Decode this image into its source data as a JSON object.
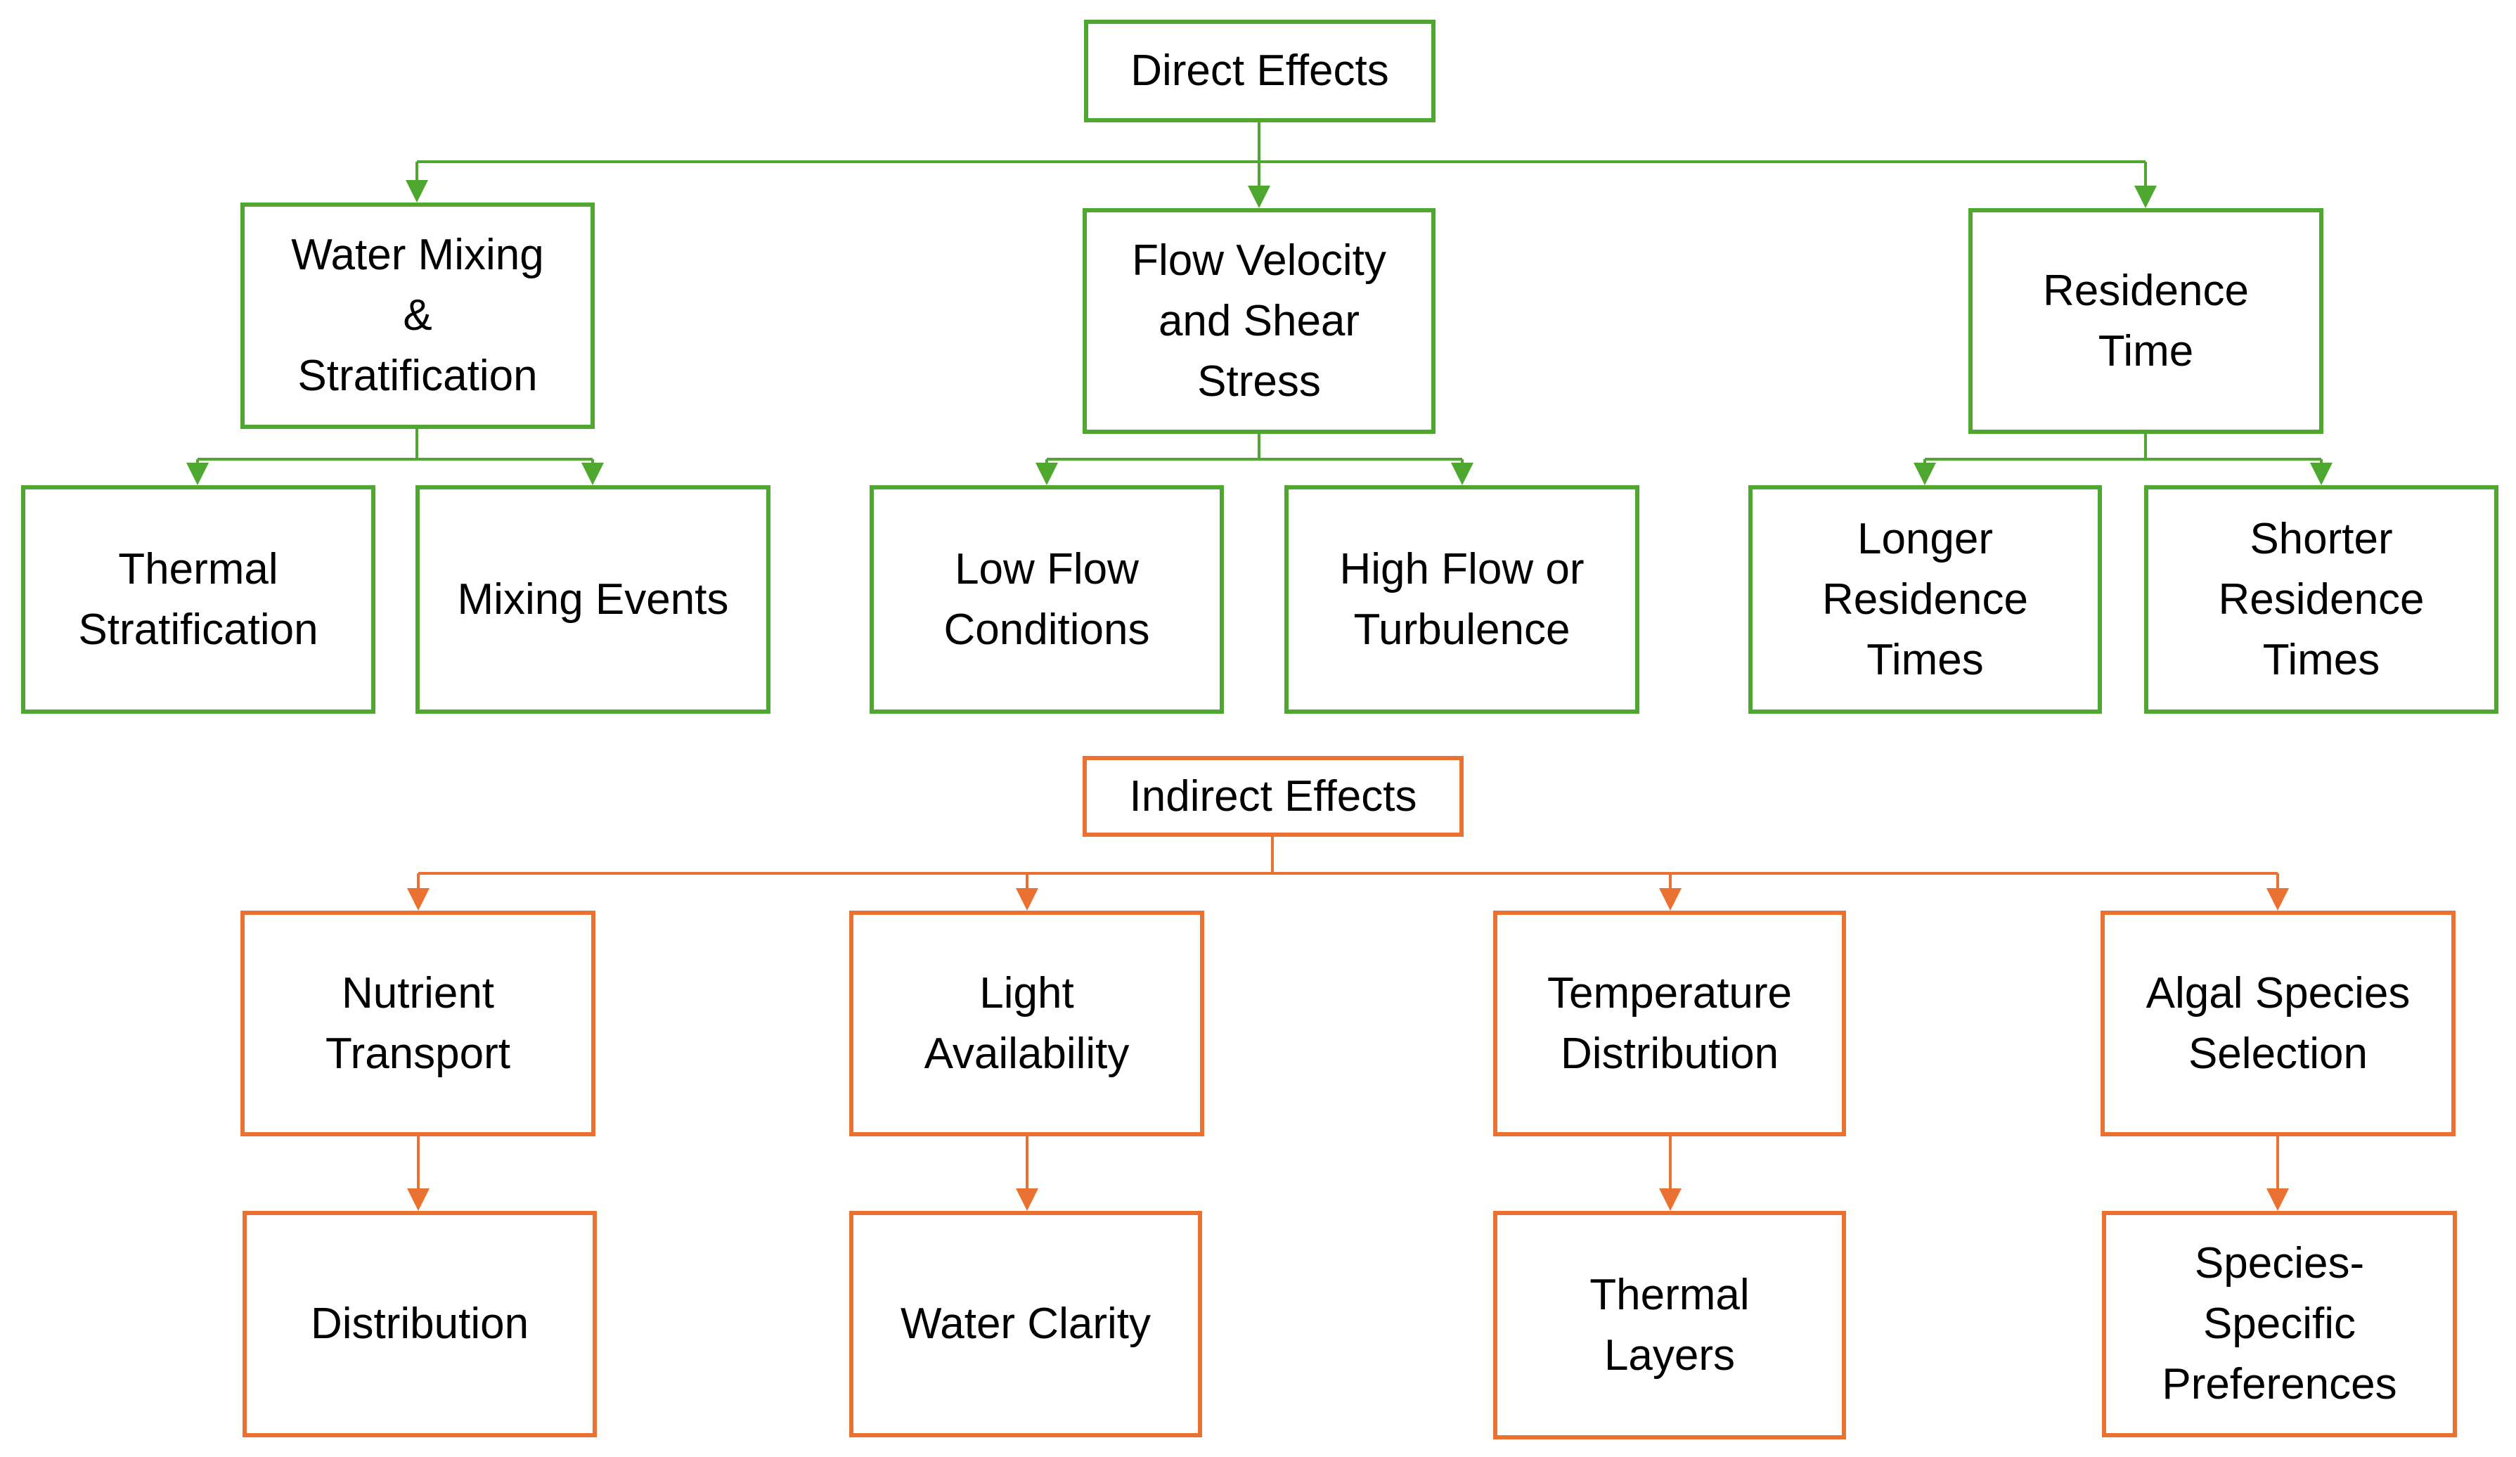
{
  "colors": {
    "direct": "#4ea72e",
    "indirect": "#e97132",
    "text": "#000000"
  },
  "direct": {
    "title": "Direct Effects",
    "branches": [
      {
        "label": "Water Mixing\n&\nStratification",
        "children": [
          "Thermal\nStratification",
          "Mixing Events"
        ]
      },
      {
        "label": "Flow Velocity\nand Shear\nStress",
        "children": [
          "Low Flow\nConditions",
          "High Flow or\nTurbulence"
        ]
      },
      {
        "label": "Residence\nTime",
        "children": [
          "Longer\nResidence\nTimes",
          "Shorter\nResidence\nTimes"
        ]
      }
    ]
  },
  "indirect": {
    "title": "Indirect Effects",
    "branches": [
      {
        "label": "Nutrient\nTransport",
        "child": "Distribution"
      },
      {
        "label": "Light\nAvailability",
        "child": "Water Clarity"
      },
      {
        "label": "Temperature\nDistribution",
        "child": "Thermal\nLayers"
      },
      {
        "label": "Algal Species\nSelection",
        "child": "Species-\nSpecific\nPreferences"
      }
    ]
  }
}
